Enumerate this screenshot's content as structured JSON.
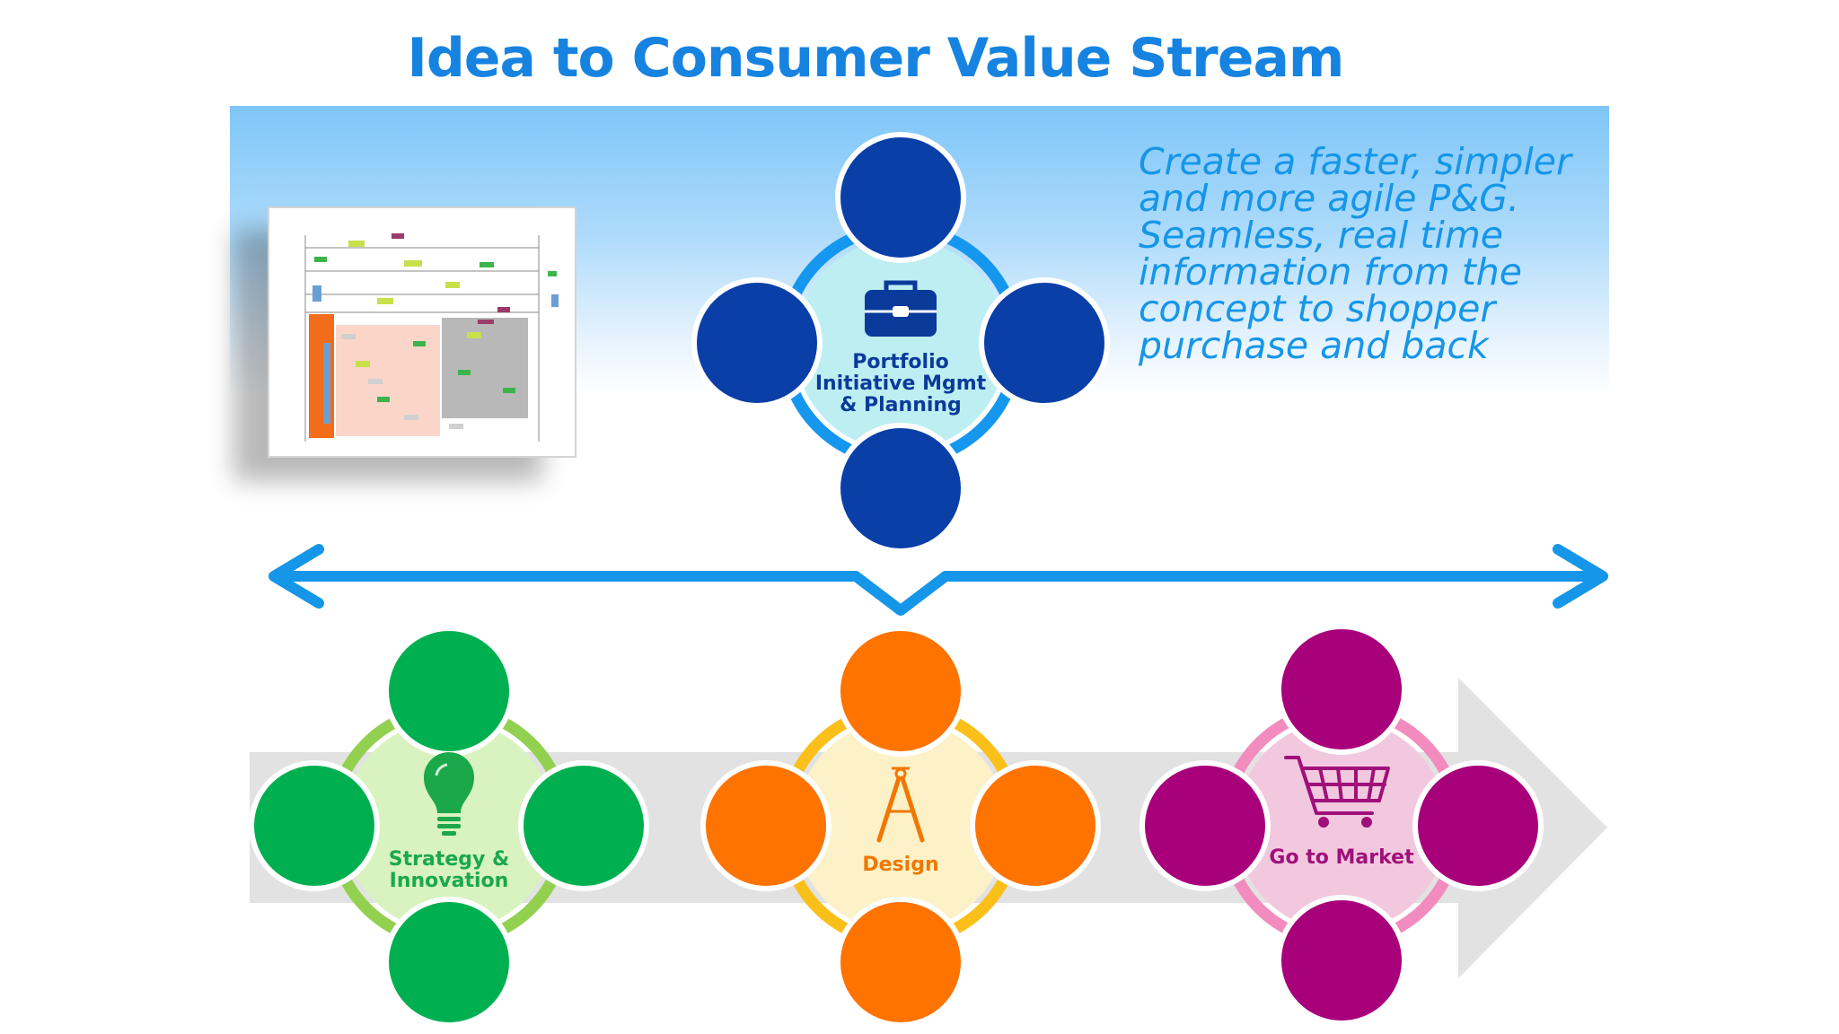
{
  "title": "Idea to Consumer Value Stream",
  "tagline": "Create a faster, simpler\nand more agile P&G.\nSeamless, real time\ninformation from the\nconcept to  shopper\npurchase and back",
  "clusters": {
    "portfolio": {
      "label": "Portfolio\nInitiative Mgmt\n& Planning",
      "icon": "briefcase-icon",
      "colors": {
        "node": "#0a3fa8",
        "ring": "#1597ef",
        "hub": "#bdeef2",
        "text": "#0a3a9a"
      }
    },
    "strategy": {
      "label": "Strategy &\nInnovation",
      "icon": "lightbulb-icon",
      "colors": {
        "node": "#00b050",
        "ring": "#92d050",
        "hub": "#d8f3bf",
        "text": "#1aa84a"
      }
    },
    "design": {
      "label": "Design",
      "icon": "compass-icon",
      "colors": {
        "node": "#ff7300",
        "ring": "#fbbf1a",
        "hub": "#fdf1c8",
        "text": "#f07800"
      }
    },
    "market": {
      "label": "Go to Market",
      "icon": "shopping-cart-icon",
      "colors": {
        "node": "#a8007a",
        "ring": "#f28cbf",
        "hub": "#f2c8df",
        "text": "#a0107a"
      }
    }
  },
  "colors": {
    "connector_arrow": "#1596e8",
    "process_arrow": "#e2e2e2"
  }
}
